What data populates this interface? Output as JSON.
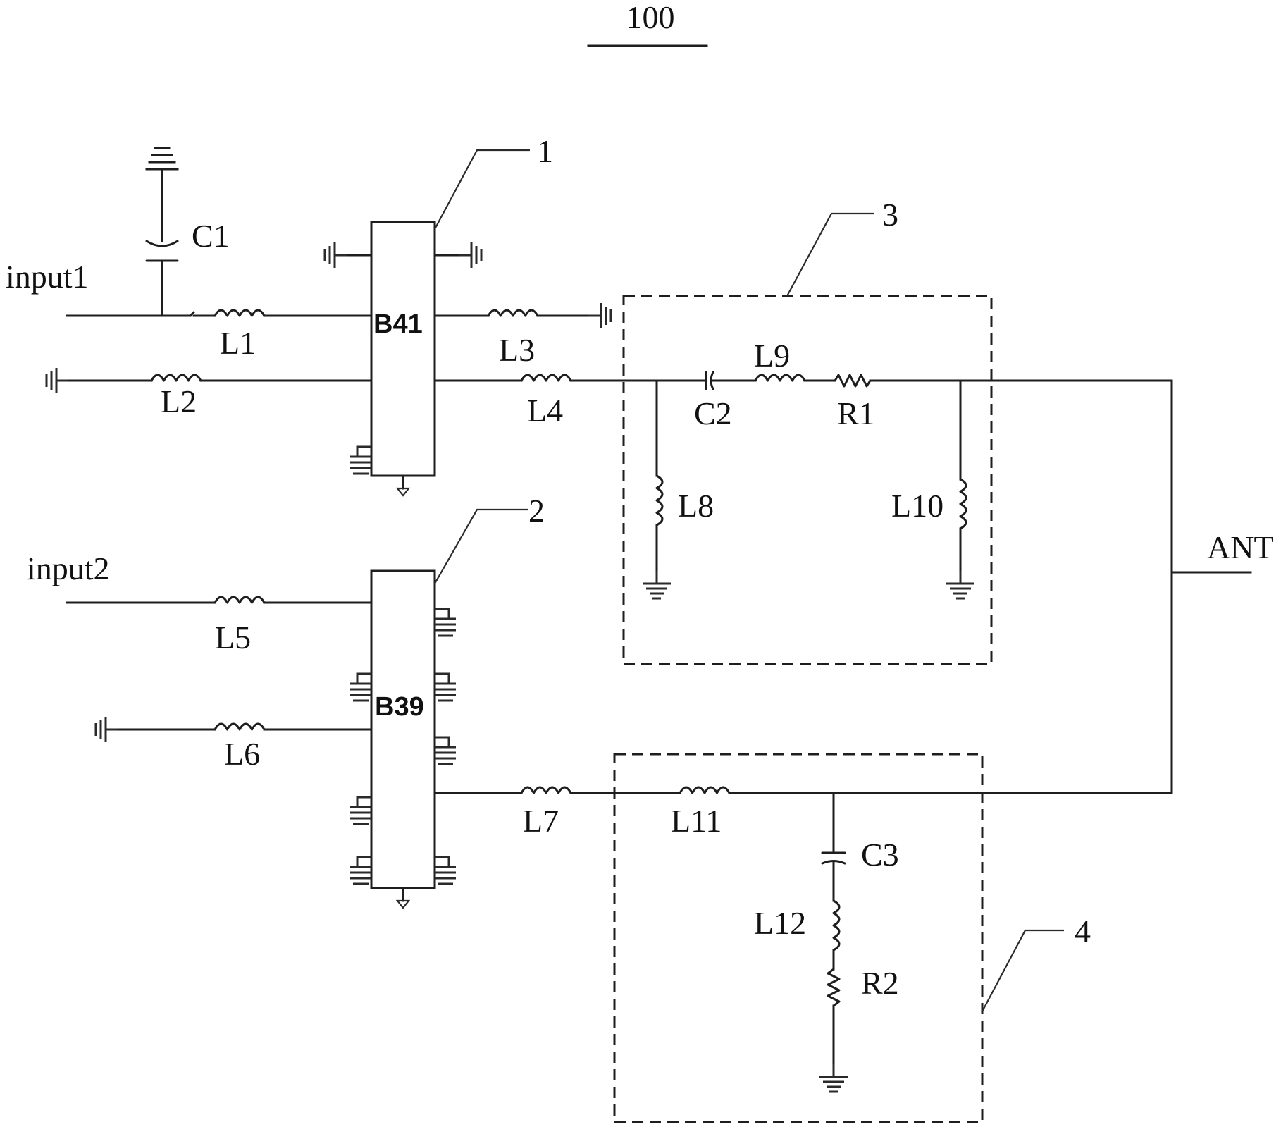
{
  "figure": {
    "number": "100",
    "filter_1": {
      "chip_label": "B41",
      "callout": "1"
    },
    "filter_2": {
      "chip_label": "B39",
      "callout": "2"
    },
    "network_3": {
      "callout": "3"
    },
    "network_4": {
      "callout": "4"
    },
    "ports": {
      "input1": "input1",
      "input2": "input2",
      "antenna": "ANT"
    },
    "components": {
      "C1": "C1",
      "C2": "C2",
      "C3": "C3",
      "L1": "L1",
      "L2": "L2",
      "L3": "L3",
      "L4": "L4",
      "L5": "L5",
      "L6": "L6",
      "L7": "L7",
      "L8": "L8",
      "L9": "L9",
      "L10": "L10",
      "L11": "L11",
      "L12": "L12",
      "R1": "R1",
      "R2": "R2"
    }
  }
}
